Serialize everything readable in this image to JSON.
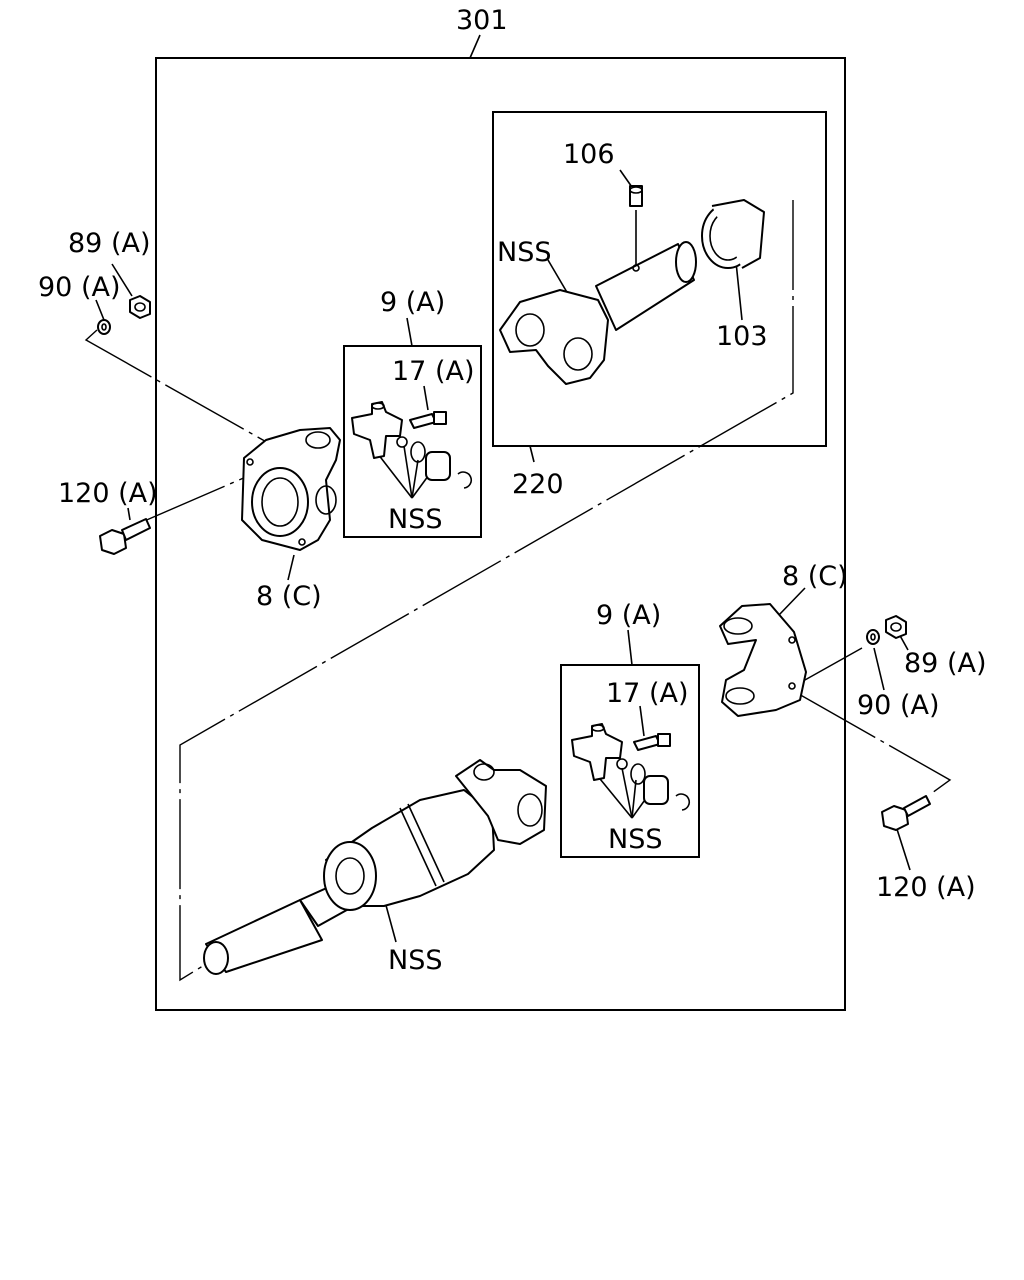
{
  "diagram": {
    "labels": {
      "assembly": "301",
      "shaft_box": "220",
      "grease_fitting": "106",
      "seal": "103",
      "nss_yoke": "NSS",
      "nut_top": "89 (A)",
      "washer_top": "90 (A)",
      "kit_top": "9 (A)",
      "fitting_top": "17 (A)",
      "nss_kit_top": "NSS",
      "bolt_top": "120 (A)",
      "flange_top": "8 (C)",
      "flange_right": "8 (C)",
      "nut_right": "89 (A)",
      "washer_right": "90 (A)",
      "kit_bottom": "9 (A)",
      "fitting_bottom": "17 (A)",
      "nss_kit_bottom": "NSS",
      "nss_shaft": "NSS",
      "bolt_right": "120 (A)"
    }
  }
}
